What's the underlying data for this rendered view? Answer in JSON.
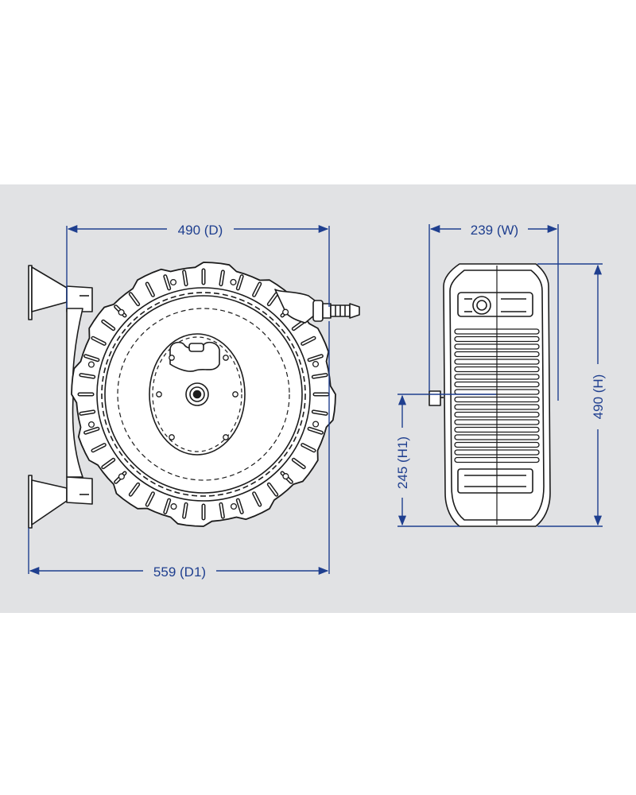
{
  "colors": {
    "background": "#e1e2e4",
    "outline": "#1c1c1c",
    "dimension": "#1f3f8f",
    "fill": "#ffffff"
  },
  "dimensions": {
    "depth": "490 (D)",
    "depth_total": "559 (D1)",
    "width": "239 (W)",
    "height": "490 (H)",
    "axle_height": "245 (H1)"
  }
}
